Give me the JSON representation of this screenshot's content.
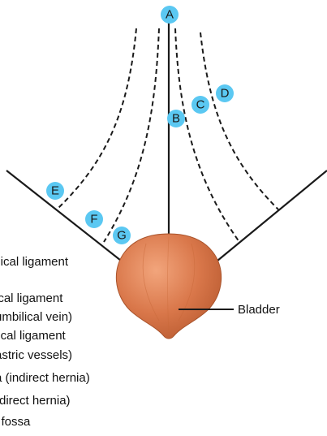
{
  "markers": [
    "A",
    "B",
    "C",
    "D",
    "E",
    "F",
    "G"
  ],
  "bladder_label": "Bladder",
  "legend": [
    "ilical ligament",
    "ical ligament",
    "umbilical vein)",
    "lical ligament",
    "astric vessels)",
    "a (indirect hernia)",
    "(direct hernia)",
    "l fossa"
  ],
  "colors": {
    "marker_fill": "#5bc8f2",
    "bladder": "#d9774a",
    "bladder_highlight": "#f2a57c",
    "line": "#1a1a1a"
  }
}
